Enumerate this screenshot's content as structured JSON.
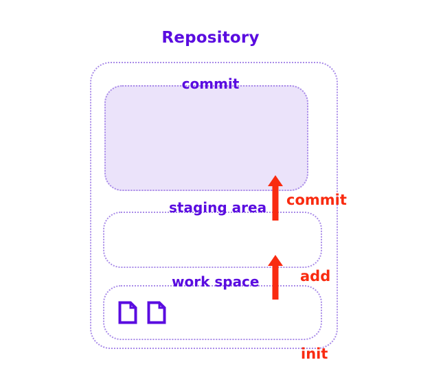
{
  "diagram": {
    "title": "Repository",
    "background_color": "#ffffff",
    "accent_purple": "#5A0CE0",
    "accent_red": "#F92B10",
    "dotted_border_color": "#a88ae8",
    "commit_fill_color": "#EBE3FA",
    "areas": [
      {
        "key": "repository",
        "label": "Repository"
      },
      {
        "key": "commit",
        "label": "commit"
      },
      {
        "key": "staging",
        "label": "staging area"
      },
      {
        "key": "workspace",
        "label": "work space"
      }
    ],
    "commands": [
      {
        "key": "commit",
        "label": "commit",
        "direction": "up",
        "from": "staging area",
        "to": "commit"
      },
      {
        "key": "add",
        "label": "add",
        "direction": "up",
        "from": "work space",
        "to": "staging area"
      },
      {
        "key": "init",
        "label": "init",
        "direction": "none",
        "target": "repository"
      }
    ],
    "files": [
      {
        "name": "file-1",
        "icon": "file-icon"
      },
      {
        "name": "file-2",
        "icon": "file-icon"
      }
    ]
  }
}
